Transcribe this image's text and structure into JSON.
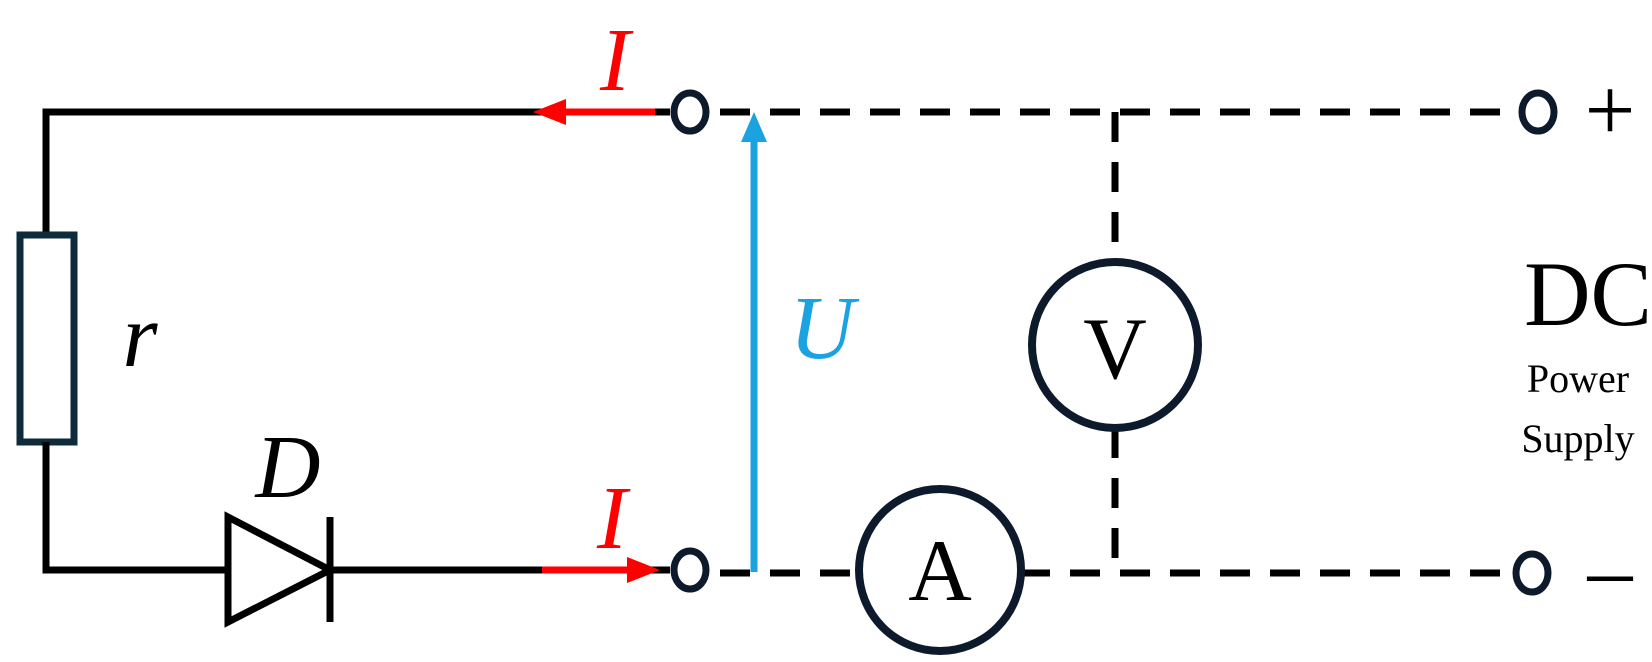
{
  "labels": {
    "current_top": "I",
    "current_bottom": "I",
    "voltage": "U",
    "resistor": "r",
    "diode": "D",
    "voltmeter": "V",
    "ammeter": "A",
    "plus": "+",
    "minus": "–",
    "supply_line1": "DC",
    "supply_line2": "Power",
    "supply_line3": "Supply"
  },
  "colors": {
    "current": "#ff0000",
    "voltage": "#1aa3e0",
    "wire": "#000000",
    "terminal": "#0d1a2b"
  }
}
